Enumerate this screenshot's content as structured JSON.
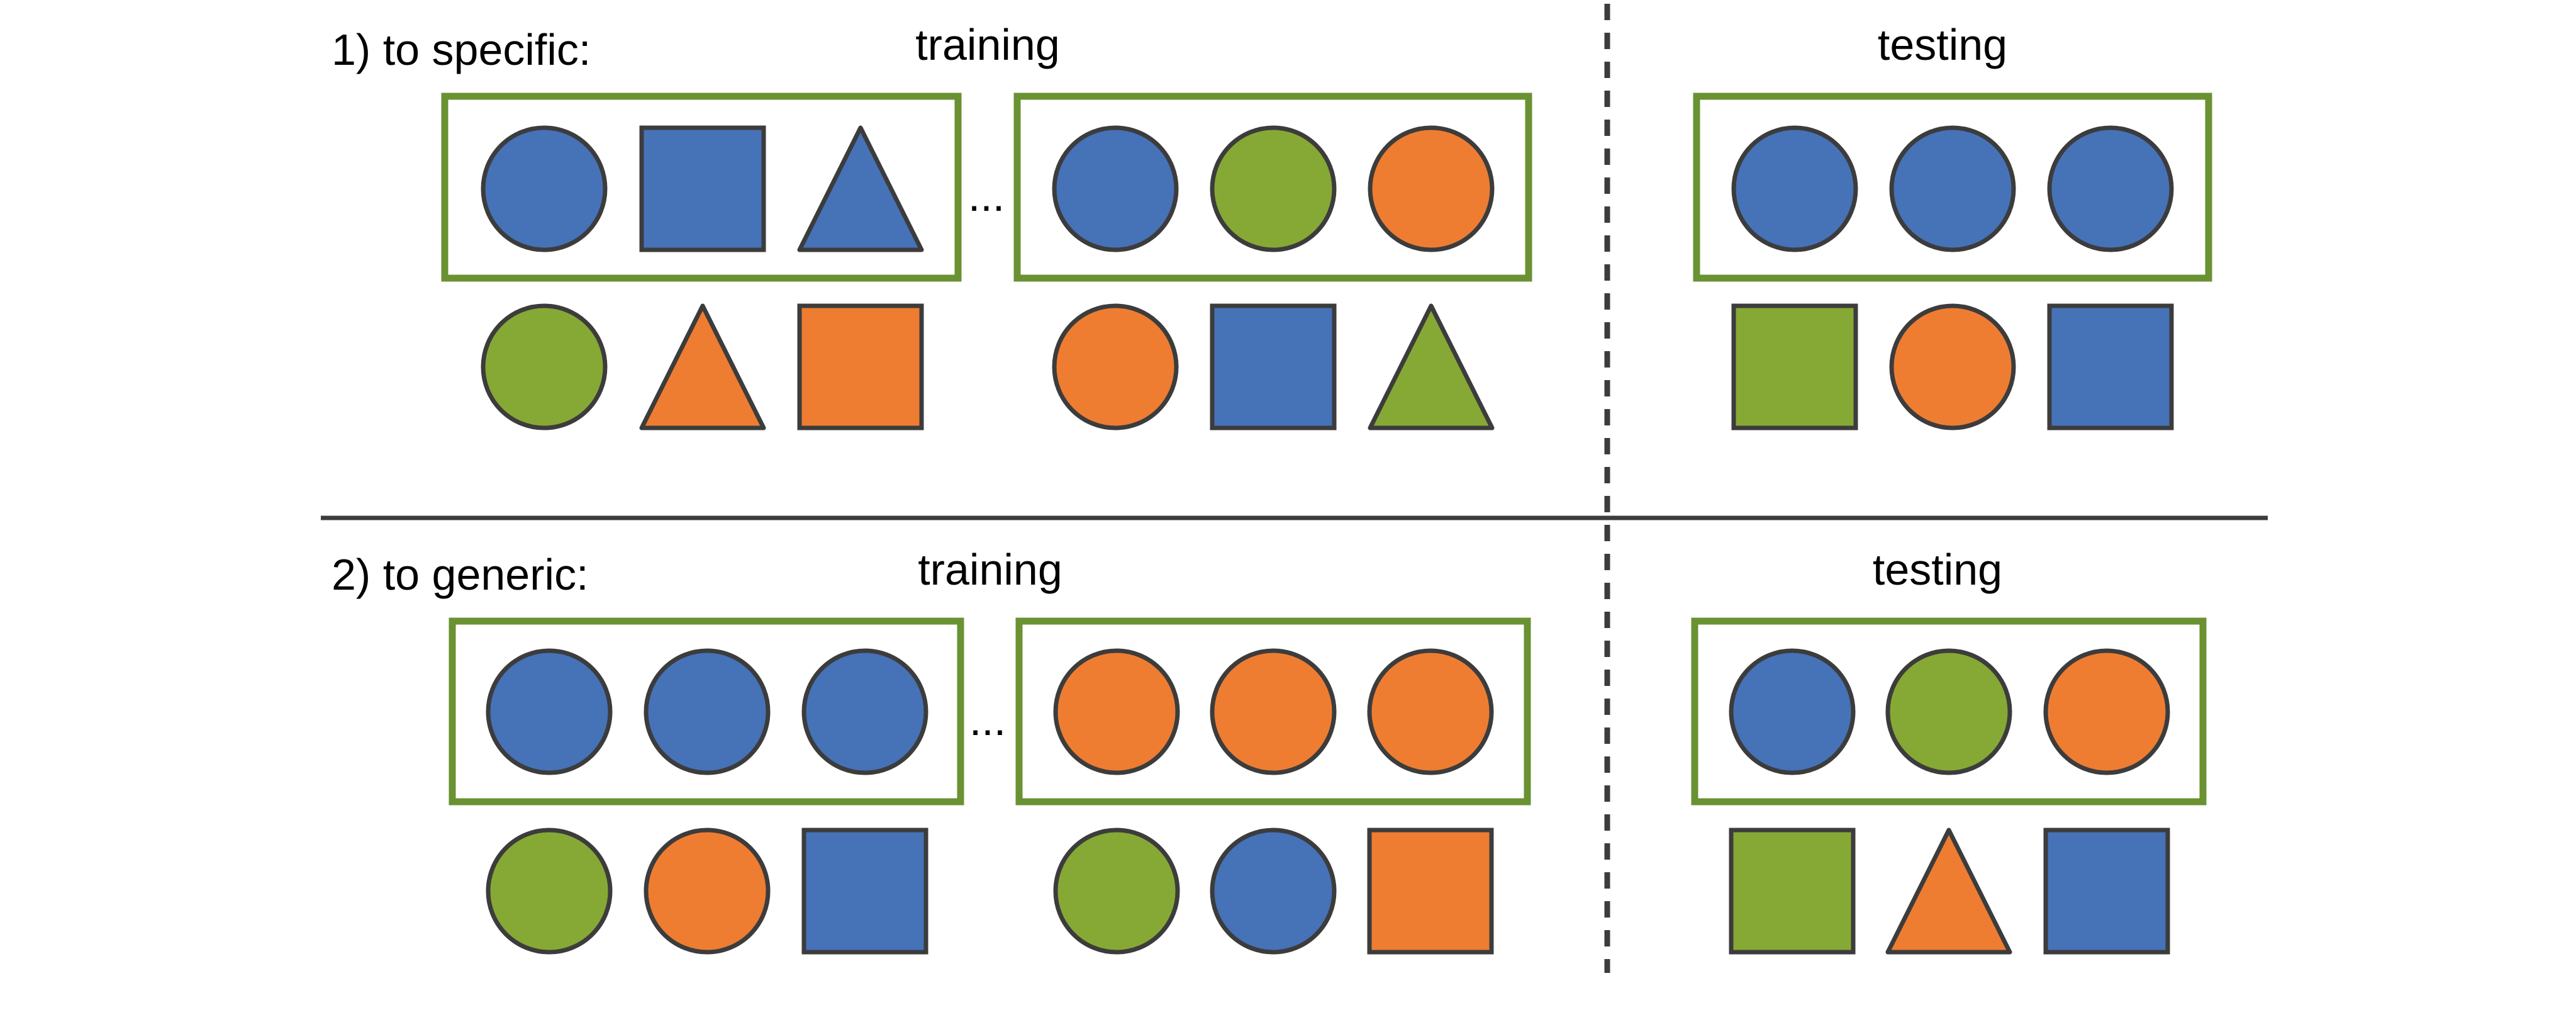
{
  "colors": {
    "blue": "#4672b8",
    "green": "#86a935",
    "orange": "#ee7d32",
    "outline": "#3c3c3c",
    "frame": "#6a9132",
    "divider": "#3c3c3c"
  },
  "row1": {
    "label": "1) to specific:",
    "training_label": "training",
    "testing_label": "testing",
    "ellipsis": "...",
    "training_groups": [
      {
        "boxed": [
          {
            "shape": "circle",
            "color": "blue"
          },
          {
            "shape": "square",
            "color": "blue"
          },
          {
            "shape": "triangle",
            "color": "blue"
          }
        ],
        "extra": [
          {
            "shape": "circle",
            "color": "green"
          },
          {
            "shape": "triangle",
            "color": "orange"
          },
          {
            "shape": "square",
            "color": "orange"
          }
        ]
      },
      {
        "boxed": [
          {
            "shape": "circle",
            "color": "blue"
          },
          {
            "shape": "circle",
            "color": "green"
          },
          {
            "shape": "circle",
            "color": "orange"
          }
        ],
        "extra": [
          {
            "shape": "circle",
            "color": "orange"
          },
          {
            "shape": "square",
            "color": "blue"
          },
          {
            "shape": "triangle",
            "color": "green"
          }
        ]
      }
    ],
    "testing_group": {
      "boxed": [
        {
          "shape": "circle",
          "color": "blue"
        },
        {
          "shape": "circle",
          "color": "blue"
        },
        {
          "shape": "circle",
          "color": "blue"
        }
      ],
      "extra": [
        {
          "shape": "square",
          "color": "green"
        },
        {
          "shape": "circle",
          "color": "orange"
        },
        {
          "shape": "square",
          "color": "blue"
        }
      ]
    }
  },
  "row2": {
    "label": "2) to generic:",
    "training_label": "training",
    "testing_label": "testing",
    "ellipsis": "...",
    "training_groups": [
      {
        "boxed": [
          {
            "shape": "circle",
            "color": "blue"
          },
          {
            "shape": "circle",
            "color": "blue"
          },
          {
            "shape": "circle",
            "color": "blue"
          }
        ],
        "extra": [
          {
            "shape": "circle",
            "color": "green"
          },
          {
            "shape": "circle",
            "color": "orange"
          },
          {
            "shape": "square",
            "color": "blue"
          }
        ]
      },
      {
        "boxed": [
          {
            "shape": "circle",
            "color": "orange"
          },
          {
            "shape": "circle",
            "color": "orange"
          },
          {
            "shape": "circle",
            "color": "orange"
          }
        ],
        "extra": [
          {
            "shape": "circle",
            "color": "green"
          },
          {
            "shape": "circle",
            "color": "blue"
          },
          {
            "shape": "square",
            "color": "orange"
          }
        ]
      }
    ],
    "testing_group": {
      "boxed": [
        {
          "shape": "circle",
          "color": "blue"
        },
        {
          "shape": "circle",
          "color": "green"
        },
        {
          "shape": "circle",
          "color": "orange"
        }
      ],
      "extra": [
        {
          "shape": "square",
          "color": "green"
        },
        {
          "shape": "triangle",
          "color": "orange"
        },
        {
          "shape": "square",
          "color": "blue"
        }
      ]
    }
  }
}
